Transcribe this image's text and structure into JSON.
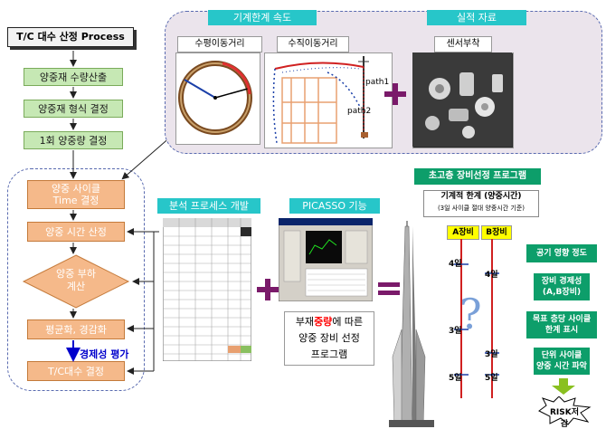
{
  "title": "T/C 대수 산정 Process",
  "flow_steps": [
    "양중재 수량산출",
    "양중재 형식 결정",
    "1회 양중량 결정"
  ],
  "loop_steps": {
    "cycle_time": [
      "양중 사이클",
      "Time 결정"
    ],
    "lift_time": "양중 시간 산정",
    "load_calc": [
      "양중 부하",
      "계산"
    ],
    "smoothing": "평균화, 경감화",
    "economy": "경제성 평가",
    "tc_count": "T/C대수 결정"
  },
  "top_panel": {
    "mech_label": "기계한계 속도",
    "perf_label": "실적 자료",
    "horizontal": "수평이동거리",
    "vertical": "수직이동거리",
    "sensor": "센서부착",
    "path1": "path1",
    "path2": "path2"
  },
  "middle": {
    "analysis": "분석 프로세스 개발",
    "picasso": "PICASSO 기능",
    "desc_pre": "부재",
    "desc_highlight": "중량",
    "desc_post": "에 따른",
    "desc_line2": "양중 장비 선정",
    "desc_line3": "프로그램"
  },
  "right_panel": {
    "program_title": "초고층 장비선정 프로그램",
    "limit_title": "기계적 한계 (양중시간)",
    "limit_sub": "(3일 사이클 절대 양중시간 기준)",
    "equip_a": "A장비",
    "equip_b": "B장비",
    "levels_a": [
      "4일",
      "3일",
      "5일"
    ],
    "levels_b": [
      "4일",
      "3일",
      "5일"
    ],
    "notes": [
      "공기 영향 정도",
      "장비 경제성\n(A,B장비)",
      "목표 층당 사이클\n한계 표시",
      "단위 사이클\n양중 시간 파악"
    ],
    "risk": "RISK저감"
  },
  "colors": {
    "step_fill": "#f5b98a",
    "pill": "#27c6c9",
    "side_box": "#0d9e6a",
    "equip_label": "#ffff00",
    "economy_text": "#0000cc",
    "highlight": "#ff0000"
  }
}
